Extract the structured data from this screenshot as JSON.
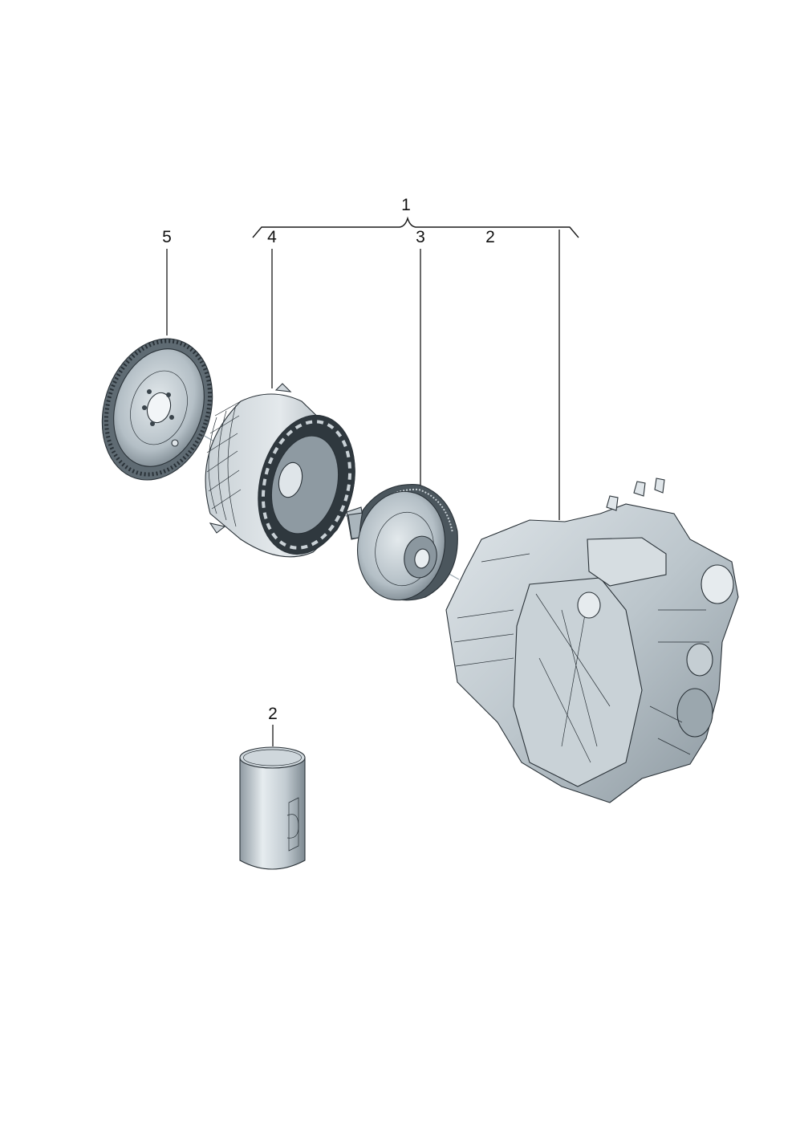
{
  "callouts": {
    "c1": "1",
    "c2_top": "2",
    "c3": "3",
    "c4": "4",
    "c5": "5",
    "c2_bottom": "2"
  },
  "colors": {
    "metal_light": "#dde4e8",
    "metal_mid": "#b9c4cb",
    "metal_dark": "#6f7c85",
    "outline": "#2a3238",
    "background": "#ffffff"
  }
}
